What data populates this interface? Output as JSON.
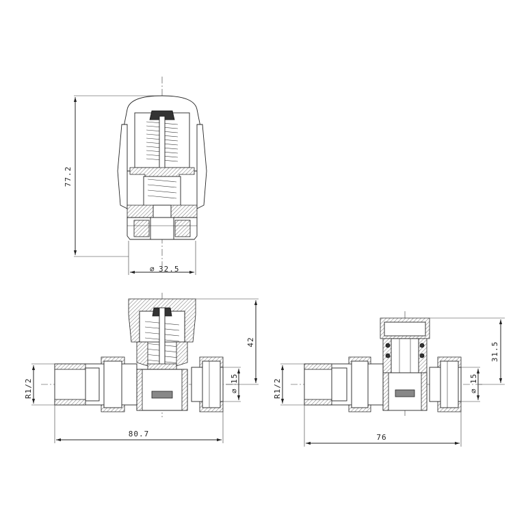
{
  "drawing": {
    "top_view": {
      "height_dim": "77.2",
      "diameter_dim": "32.5"
    },
    "front_view": {
      "height_dim": "42",
      "length_dim": "80.7",
      "thread_dim": "R1/2",
      "pipe_dim": "15"
    },
    "side_view": {
      "height_dim": "31.5",
      "length_dim": "76",
      "thread_dim": "R1/2",
      "pipe_dim": "15"
    },
    "symbols": {
      "diameter": "⌀"
    }
  }
}
